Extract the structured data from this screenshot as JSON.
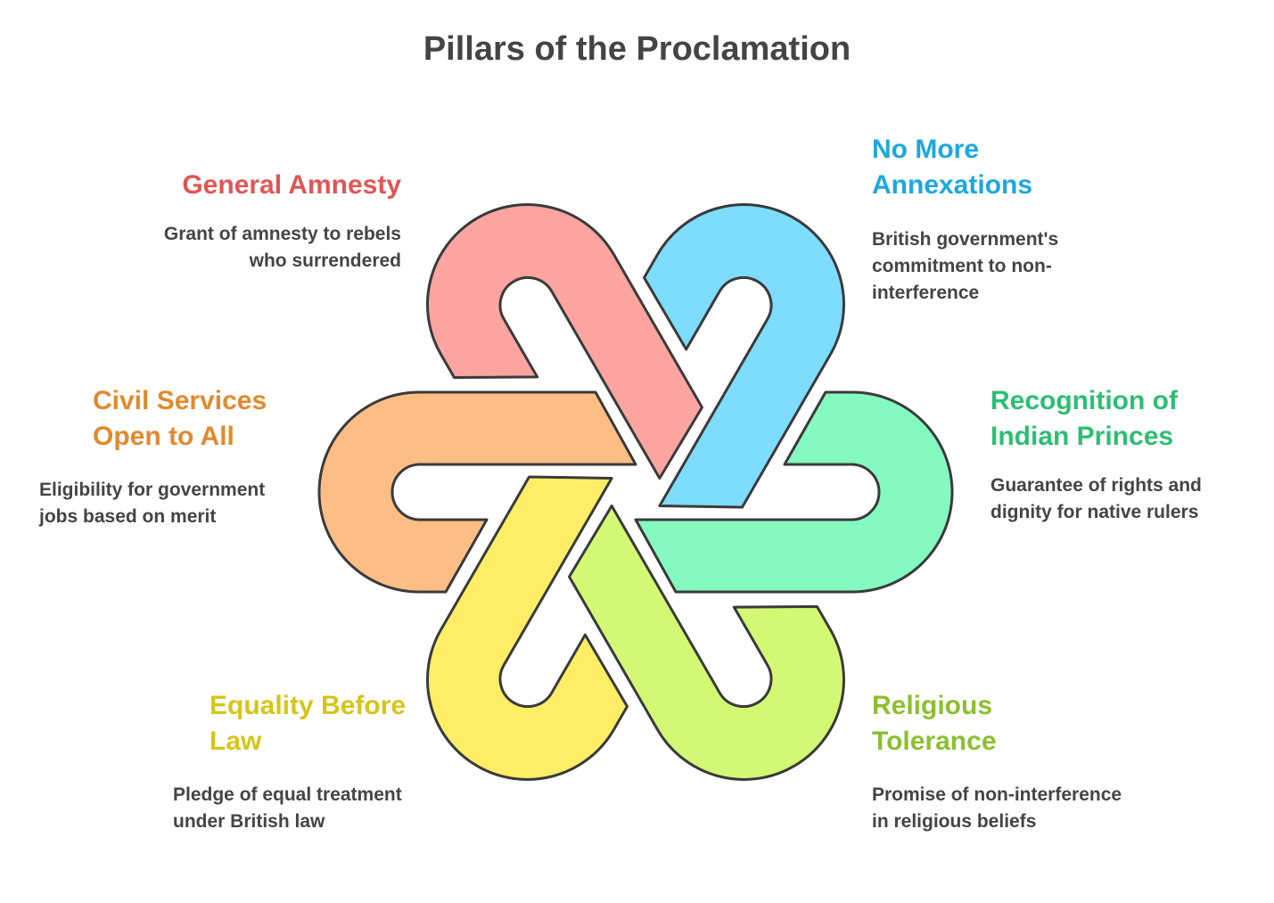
{
  "title": "Pillars of the Proclamation",
  "pillars": [
    {
      "heading": "Civil Services Open to All",
      "description": "Eligibility for government jobs based on merit",
      "color": "#FDBE85",
      "text_color": "#E08A2E"
    },
    {
      "heading": "General Amnesty",
      "description": "Grant of amnesty to rebels who surrendered",
      "color": "#FCA5A0",
      "text_color": "#E05555"
    },
    {
      "heading": "No More Annexations",
      "description": "British government's commitment to non-interference",
      "color": "#7EDCFD",
      "text_color": "#1EA8DB"
    },
    {
      "heading": "Recognition of Indian Princes",
      "description": "Guarantee of rights and dignity for native rulers",
      "color": "#84F9C0",
      "text_color": "#2DBE74"
    },
    {
      "heading": "Religious Tolerance",
      "description": "Promise of non-interference in religious beliefs",
      "color": "#D3F974",
      "text_color": "#8CBF30"
    },
    {
      "heading": "Equality Before Law",
      "description": "Pledge of equal treatment under British law",
      "color": "#FDEE66",
      "text_color": "#D6C41A"
    }
  ]
}
